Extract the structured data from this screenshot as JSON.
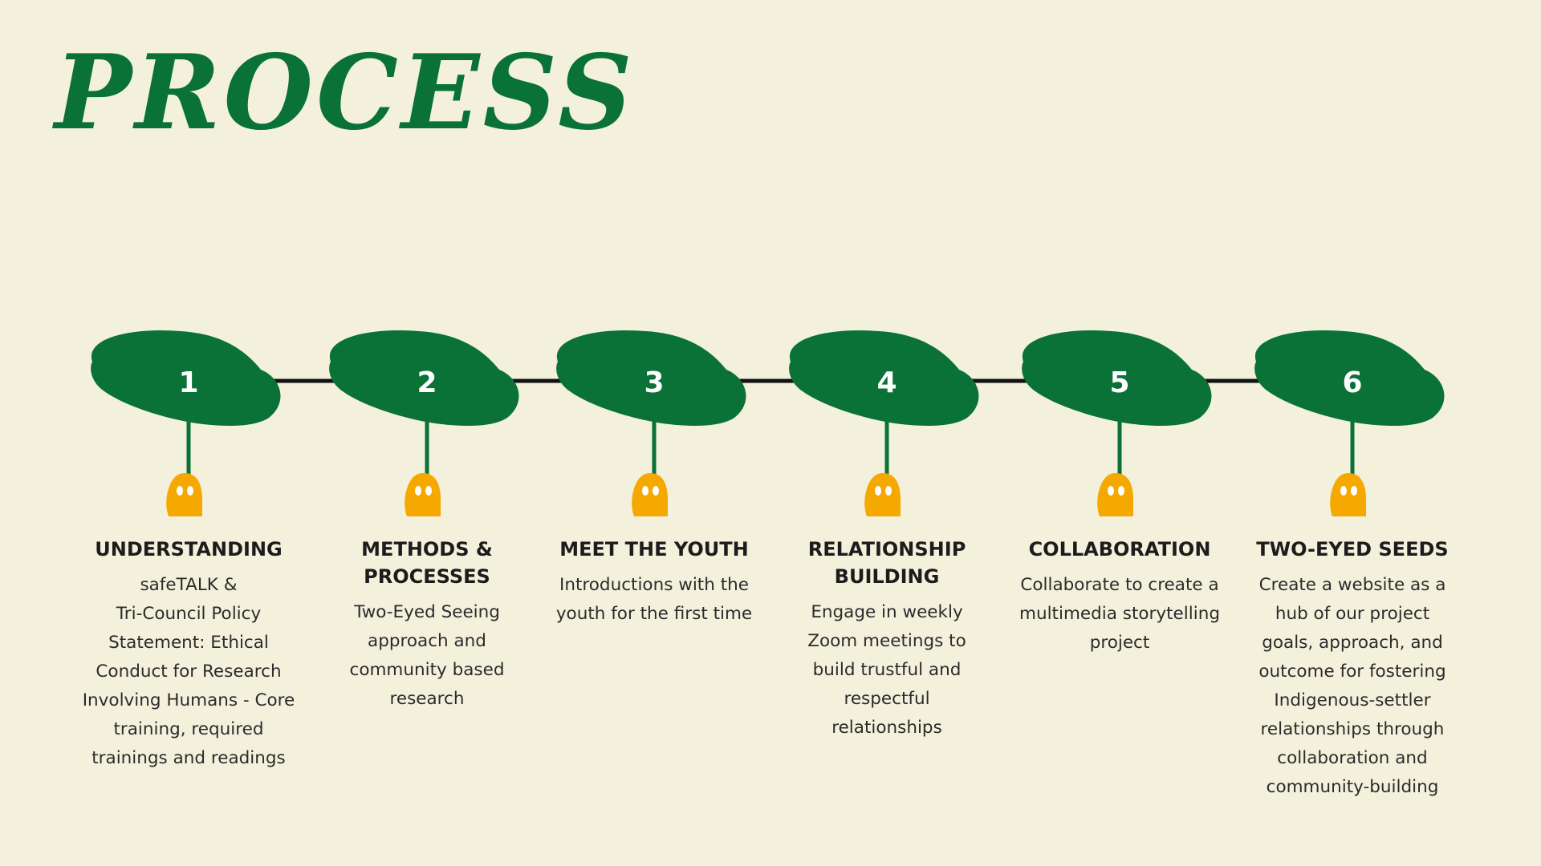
{
  "title": "PROCESS",
  "colors": {
    "background": "#f3f1dc",
    "title": "#0a7236",
    "leaf": "#0a7236",
    "stem": "#0a7236",
    "seed": "#f5a800",
    "line": "#111111"
  },
  "steps": [
    {
      "number": "1",
      "heading": "UNDERSTANDING",
      "lines": [
        "safeTALK &",
        "Tri-Council Policy",
        "Statement: Ethical",
        "Conduct for Research",
        "Involving Humans - Core",
        "training, required",
        "trainings and readings"
      ]
    },
    {
      "number": "2",
      "heading": "METHODS & PROCESSES",
      "lines": [
        "Two-Eyed Seeing",
        "approach and",
        "community based",
        "research"
      ]
    },
    {
      "number": "3",
      "heading": "MEET THE YOUTH",
      "lines": [
        "Introductions with the",
        "youth for the first time"
      ]
    },
    {
      "number": "4",
      "heading": "RELATIONSHIP BUILDING",
      "lines": [
        "Engage in weekly",
        "Zoom meetings to",
        "build trustful and",
        "respectful",
        "relationships"
      ]
    },
    {
      "number": "5",
      "heading": "COLLABORATION",
      "lines": [
        "Collaborate to create a",
        "multimedia storytelling",
        "project"
      ]
    },
    {
      "number": "6",
      "heading": "TWO-EYED SEEDS",
      "lines": [
        "Create a website as a",
        "hub of our project",
        "goals, approach, and",
        "outcome for fostering",
        "Indigenous-settler",
        "relationships through",
        "collaboration and",
        "community-building"
      ]
    }
  ]
}
